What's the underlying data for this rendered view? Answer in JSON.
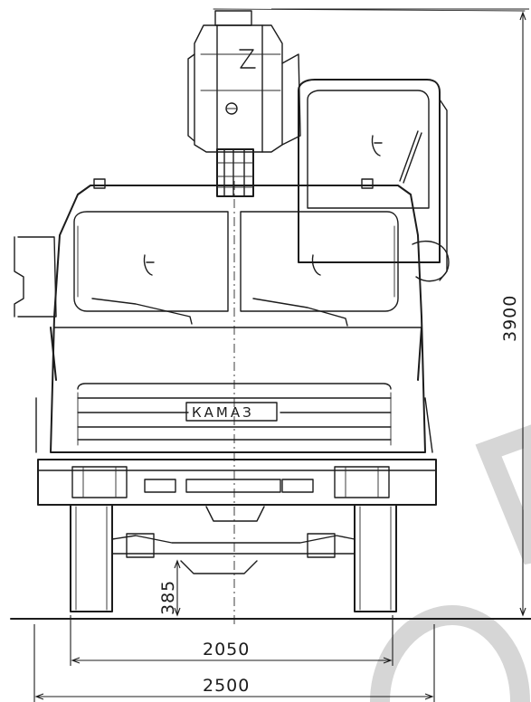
{
  "drawing": {
    "brand_label": "КАМАЗ",
    "dimensions": {
      "overall_height": "3900",
      "ground_clearance": "385",
      "track_width": "2050",
      "overall_width": "2500"
    }
  }
}
